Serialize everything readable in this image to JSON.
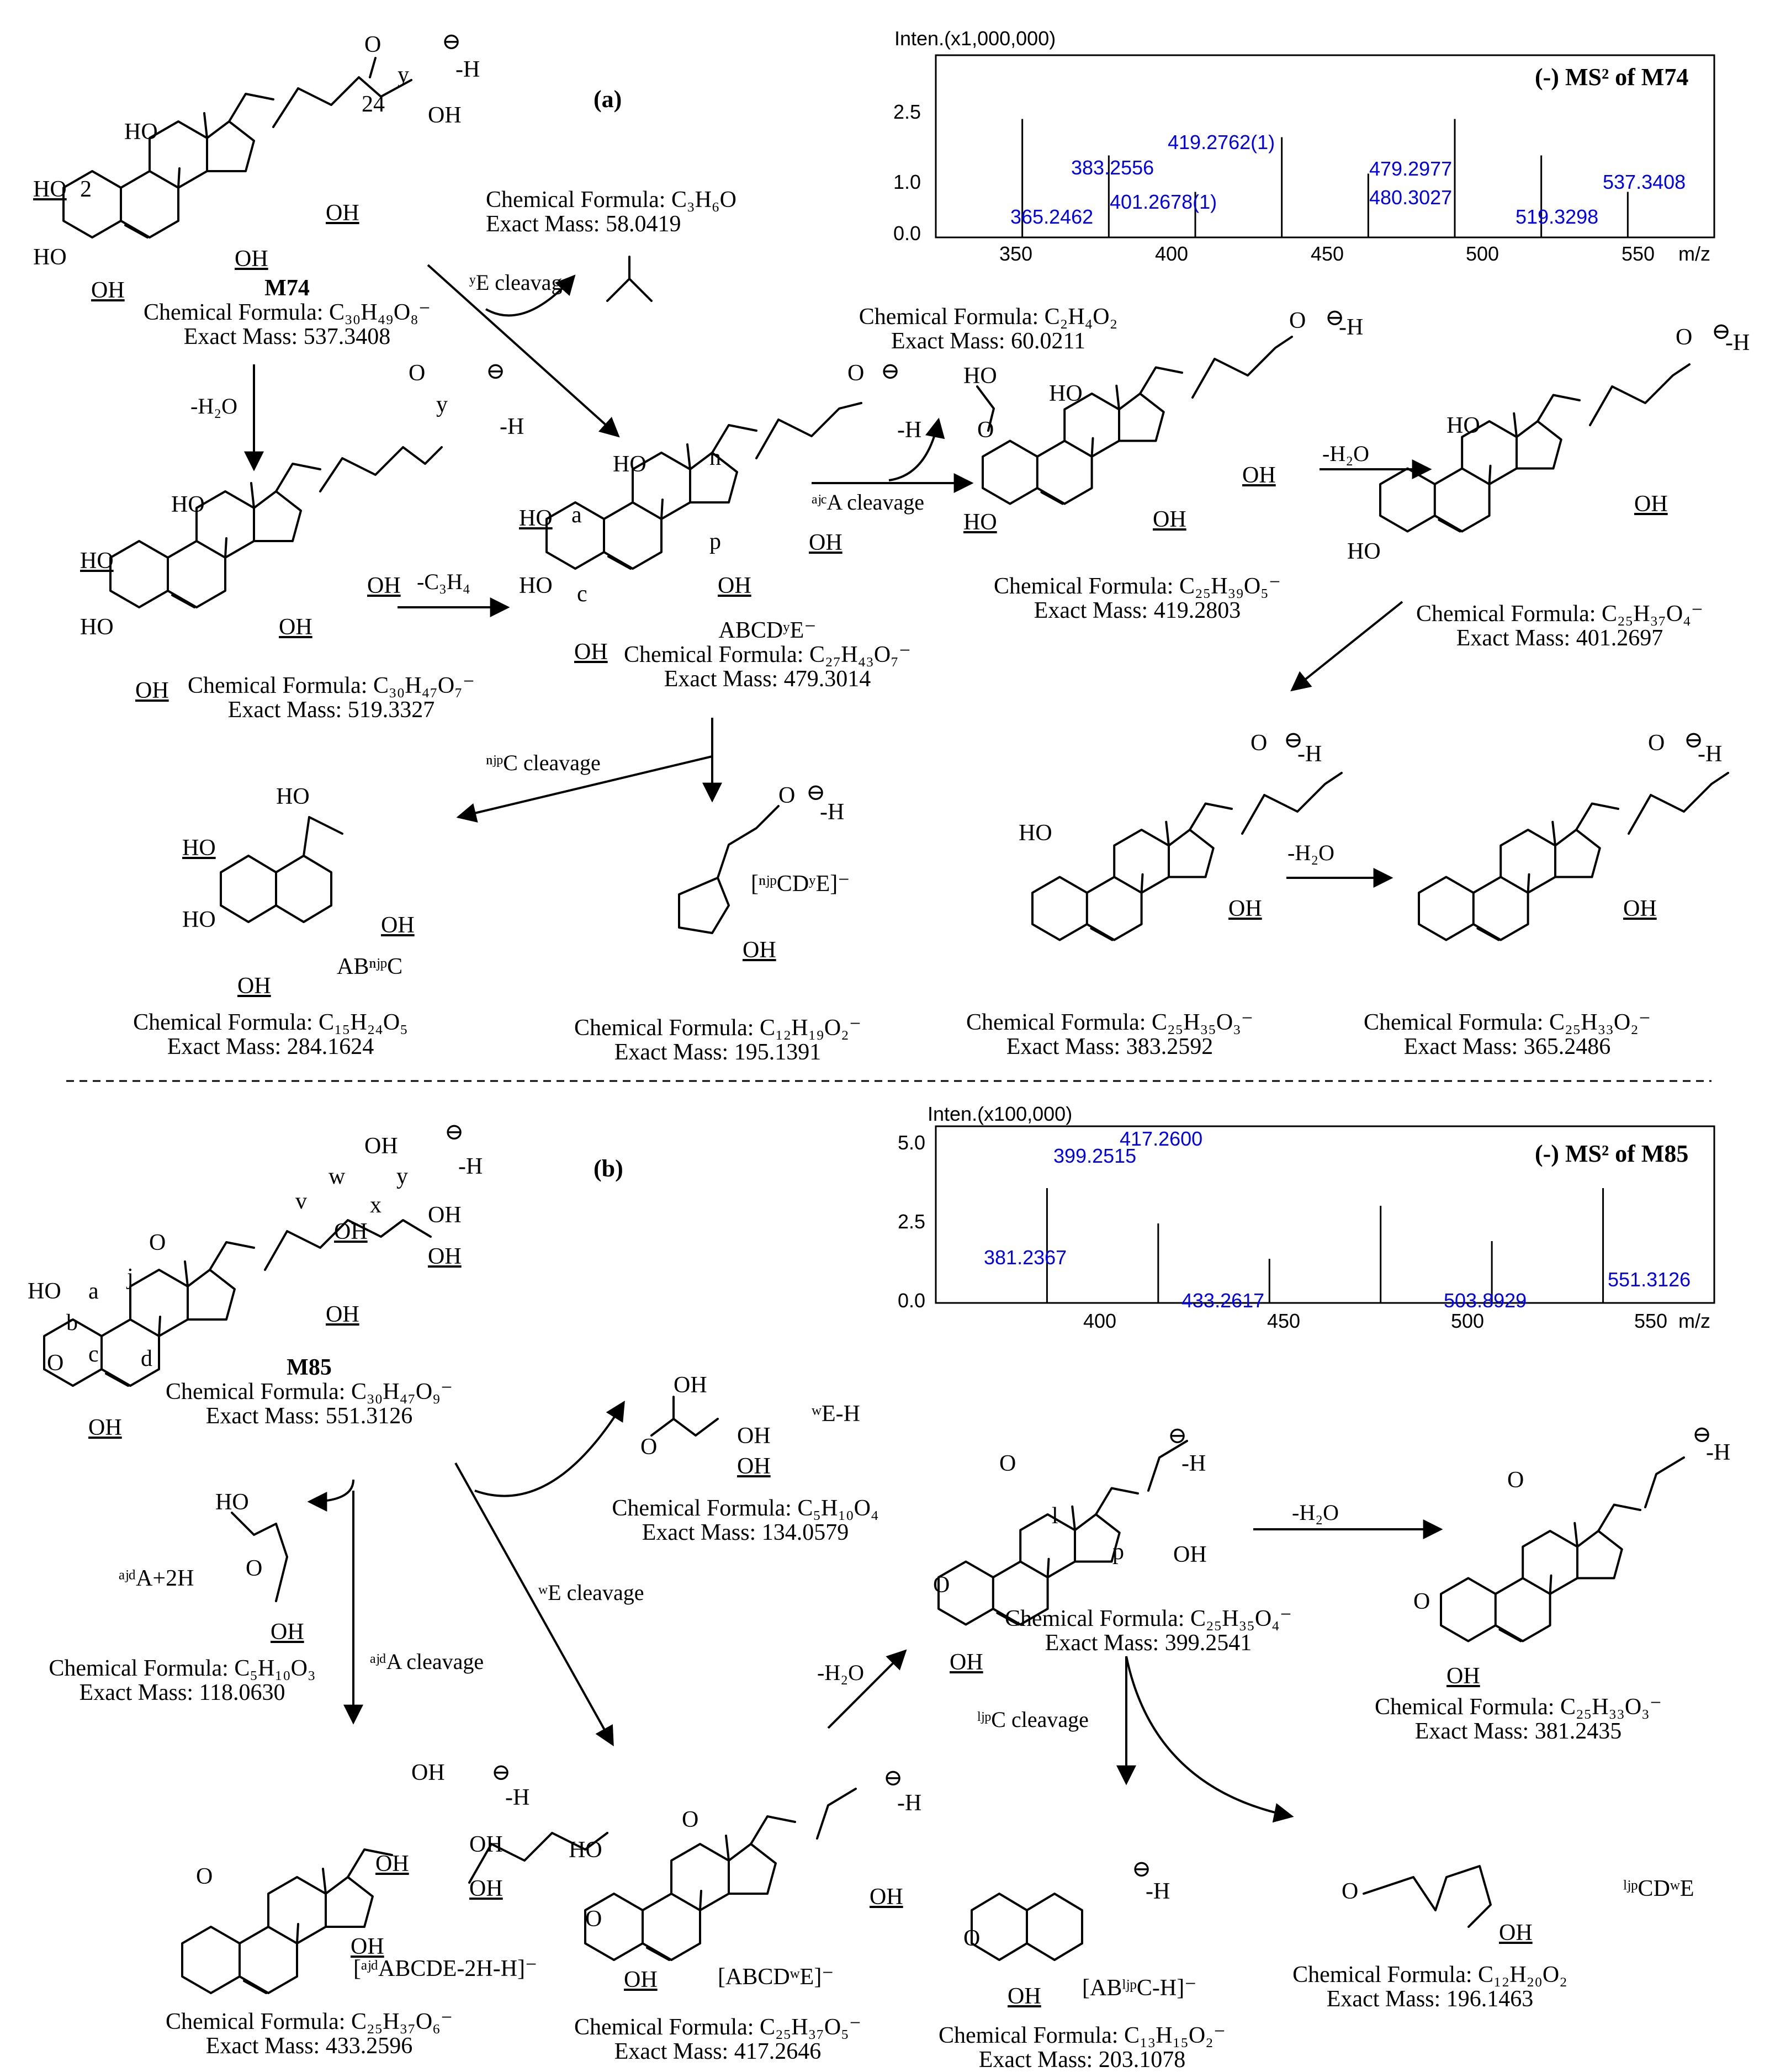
{
  "panel_a": {
    "letter": "(a)",
    "spectrum": {
      "title": "(-) MS² of M74",
      "ylabel": "Inten.(x1,000,000)",
      "xlabel": "m/z",
      "yticks": [
        "0.0",
        "1.0",
        "2.5"
      ],
      "xticks": [
        "350",
        "400",
        "450",
        "500",
        "550"
      ],
      "peak_labels": [
        "365.2462",
        "383.2556",
        "401.2678(1)",
        "419.2762(1)",
        "479.2977",
        "480.3027",
        "519.3298",
        "537.3408"
      ]
    },
    "compounds": {
      "m74": {
        "name": "M74",
        "formula": "Chemical Formula: C₃₀H₄₉O₈⁻",
        "mass": "Exact Mass: 537.3408"
      },
      "acetone": {
        "formula": "Chemical Formula: C₃H₆O",
        "mass": "Exact Mass: 58.0419"
      },
      "m519": {
        "formula": "Chemical Formula: C₃₀H₄₇O₇⁻",
        "mass": "Exact Mass: 519.3327"
      },
      "abcde": {
        "name": "ABCDʸE⁻",
        "formula": "Chemical Formula: C₂₇H₄₃O₇⁻",
        "mass": "Exact Mass: 479.3014"
      },
      "glycol": {
        "formula": "Chemical Formula: C₂H₄O₂",
        "mass": "Exact Mass: 60.0211"
      },
      "m419": {
        "formula": "Chemical Formula: C₂₅H₃₉O₅⁻",
        "mass": "Exact Mass: 419.2803"
      },
      "m401": {
        "formula": "Chemical Formula: C₂₅H₃₇O₄⁻",
        "mass": "Exact Mass: 401.2697"
      },
      "abnpc": {
        "name": "ABⁿʲᵖC",
        "formula": "Chemical Formula: C₁₅H₂₄O₅",
        "mass": "Exact Mass: 284.1624"
      },
      "npcde": {
        "name": "[ⁿʲᵖCDʸE]⁻",
        "formula": "Chemical Formula: C₁₂H₁₉O₂⁻",
        "mass": "Exact Mass: 195.1391"
      },
      "m383": {
        "formula": "Chemical Formula: C₂₅H₃₅O₃⁻",
        "mass": "Exact Mass: 383.2592"
      },
      "m365": {
        "formula": "Chemical Formula: C₂₅H₃₃O₂⁻",
        "mass": "Exact Mass: 365.2486"
      }
    },
    "arrows": {
      "ye_cleavage": "ʸE cleavage",
      "minus_h2o_1": "-H₂O",
      "minus_c3h4": "-C₃H₄",
      "ac_a_cleavage": "ᵃʲᶜA cleavage",
      "minus_h2o_2": "-H₂O",
      "np_c_cleavage": "ⁿʲᵖC cleavage",
      "minus_h2o_3": "-H₂O"
    }
  },
  "panel_b": {
    "letter": "(b)",
    "spectrum": {
      "title": "(-) MS² of M85",
      "ylabel": "Inten.(x100,000)",
      "xlabel": "m/z",
      "yticks": [
        "0.0",
        "2.5",
        "5.0"
      ],
      "xticks": [
        "400",
        "450",
        "500",
        "550"
      ],
      "peak_labels": [
        "381.2367",
        "399.2515",
        "417.2600",
        "433.2617",
        "503.8929",
        "551.3126"
      ]
    },
    "compounds": {
      "m85": {
        "name": "M85",
        "formula": "Chemical Formula: C₃₀H₄₇O₉⁻",
        "mass": "Exact Mass: 551.3126"
      },
      "we_h": {
        "name": "ʷE-H",
        "formula": "Chemical Formula: C₅H₁₀O₄",
        "mass": "Exact Mass: 134.0579"
      },
      "ada": {
        "name": "ᵃʲᵈA+2H",
        "formula": "Chemical Formula: C₅H₁₀O₃",
        "mass": "Exact Mass: 118.0630"
      },
      "m399": {
        "formula": "Chemical Formula: C₂₅H₃₅O₄⁻",
        "mass": "Exact Mass: 399.2541"
      },
      "m381": {
        "formula": "Chemical Formula: C₂₅H₃₃O₃⁻",
        "mass": "Exact Mass: 381.2435"
      },
      "m433": {
        "name": "[ᵃʲᵈABCDE-2H-H]⁻",
        "formula": "Chemical Formula: C₂₅H₃₇O₆⁻",
        "mass": "Exact Mass: 433.2596"
      },
      "m417": {
        "name": "[ABCDʷE]⁻",
        "formula": "Chemical Formula: C₂₅H₃₇O₅⁻",
        "mass": "Exact Mass: 417.2646"
      },
      "m203": {
        "name": "[ABˡʲᵖC-H]⁻",
        "formula": "Chemical Formula: C₁₃H₁₅O₂⁻",
        "mass": "Exact Mass: 203.1078"
      },
      "lpcde": {
        "name": "ˡʲᵖCDʷE",
        "formula": "Chemical Formula: C₁₂H₂₀O₂",
        "mass": "Exact Mass: 196.1463"
      }
    },
    "arrows": {
      "we_cleavage": "ʷE cleavage",
      "ad_a_cleavage": "ᵃʲᵈA cleavage",
      "minus_h2o_1": "-H₂O",
      "minus_h2o_2": "-H₂O",
      "lp_c_cleavage": "ˡʲᵖC cleavage"
    }
  },
  "atom_labels": {
    "oh": "OH",
    "ho": "HO",
    "o": "O",
    "h": "-H",
    "anion": "⊖",
    "c24": "24",
    "c2": "2",
    "site_y": "y",
    "site_a": "a",
    "site_b": "b",
    "site_c": "c",
    "site_d": "d",
    "site_j": "j",
    "site_n": "n",
    "site_p": "p",
    "site_v": "v",
    "site_w": "w",
    "site_x": "x",
    "site_l": "l"
  }
}
